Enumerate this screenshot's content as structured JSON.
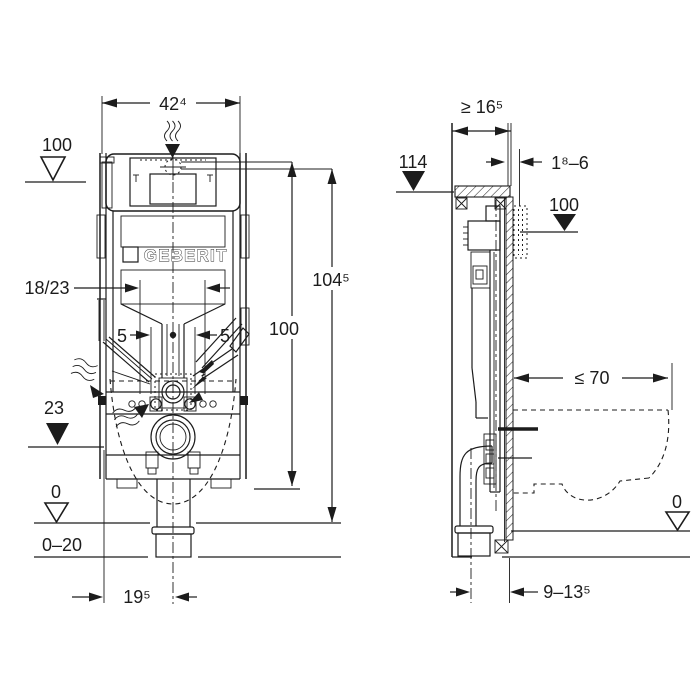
{
  "colors": {
    "ink": "#1c1c1c",
    "background": "#ffffff"
  },
  "brand": {
    "logo_text": "GEBERIT"
  },
  "front_view": {
    "dim_width": "42⁴",
    "level_supply": "100",
    "dim_anchor_spacing": "18/23",
    "dim_five_left": "5",
    "dim_five_right": "5",
    "level_outlet": "23",
    "level_floor": "0",
    "dim_floor_adjust": "0–20",
    "dim_supply_offset": "19⁵",
    "dim_actuator_height": "100",
    "dim_total_height": "104⁵"
  },
  "side_view": {
    "dim_depth": "≥ 16⁵",
    "level_top_rail": "114",
    "dim_cladding": "1⁸–6",
    "level_actuator": "100",
    "dim_wc_depth": "≤ 70",
    "level_floor": "0",
    "dim_outlet_offset": "9–13⁵"
  }
}
